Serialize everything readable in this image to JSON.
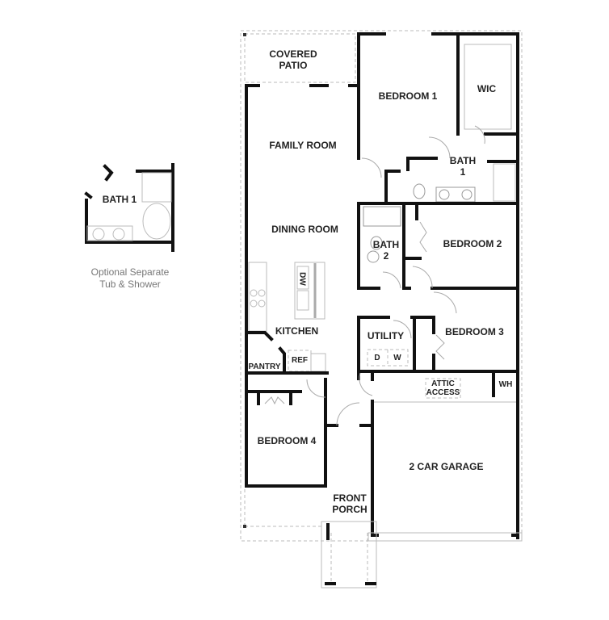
{
  "floor_plan": {
    "rooms": {
      "covered_patio": "COVERED\nPATIO",
      "bedroom_1": "BEDROOM 1",
      "wic": "WIC",
      "family_room": "FAMILY ROOM",
      "bath_1": "BATH\n1",
      "dining_room": "DINING ROOM",
      "bath_2": "BATH\n2",
      "bedroom_2": "BEDROOM 2",
      "dw": "DW",
      "kitchen": "KITCHEN",
      "utility": "UTILITY",
      "dryer": "D",
      "washer": "W",
      "bedroom_3": "BEDROOM 3",
      "pantry": "PANTRY",
      "ref": "REF",
      "attic_access": "ATTIC\nACCESS",
      "wh": "WH",
      "bedroom_4": "BEDROOM 4",
      "garage": "2 CAR GARAGE",
      "front_porch": "FRONT\nPORCH"
    }
  },
  "option_inset": {
    "room_label": "BATH 1",
    "caption": "Optional Separate\nTub & Shower"
  }
}
